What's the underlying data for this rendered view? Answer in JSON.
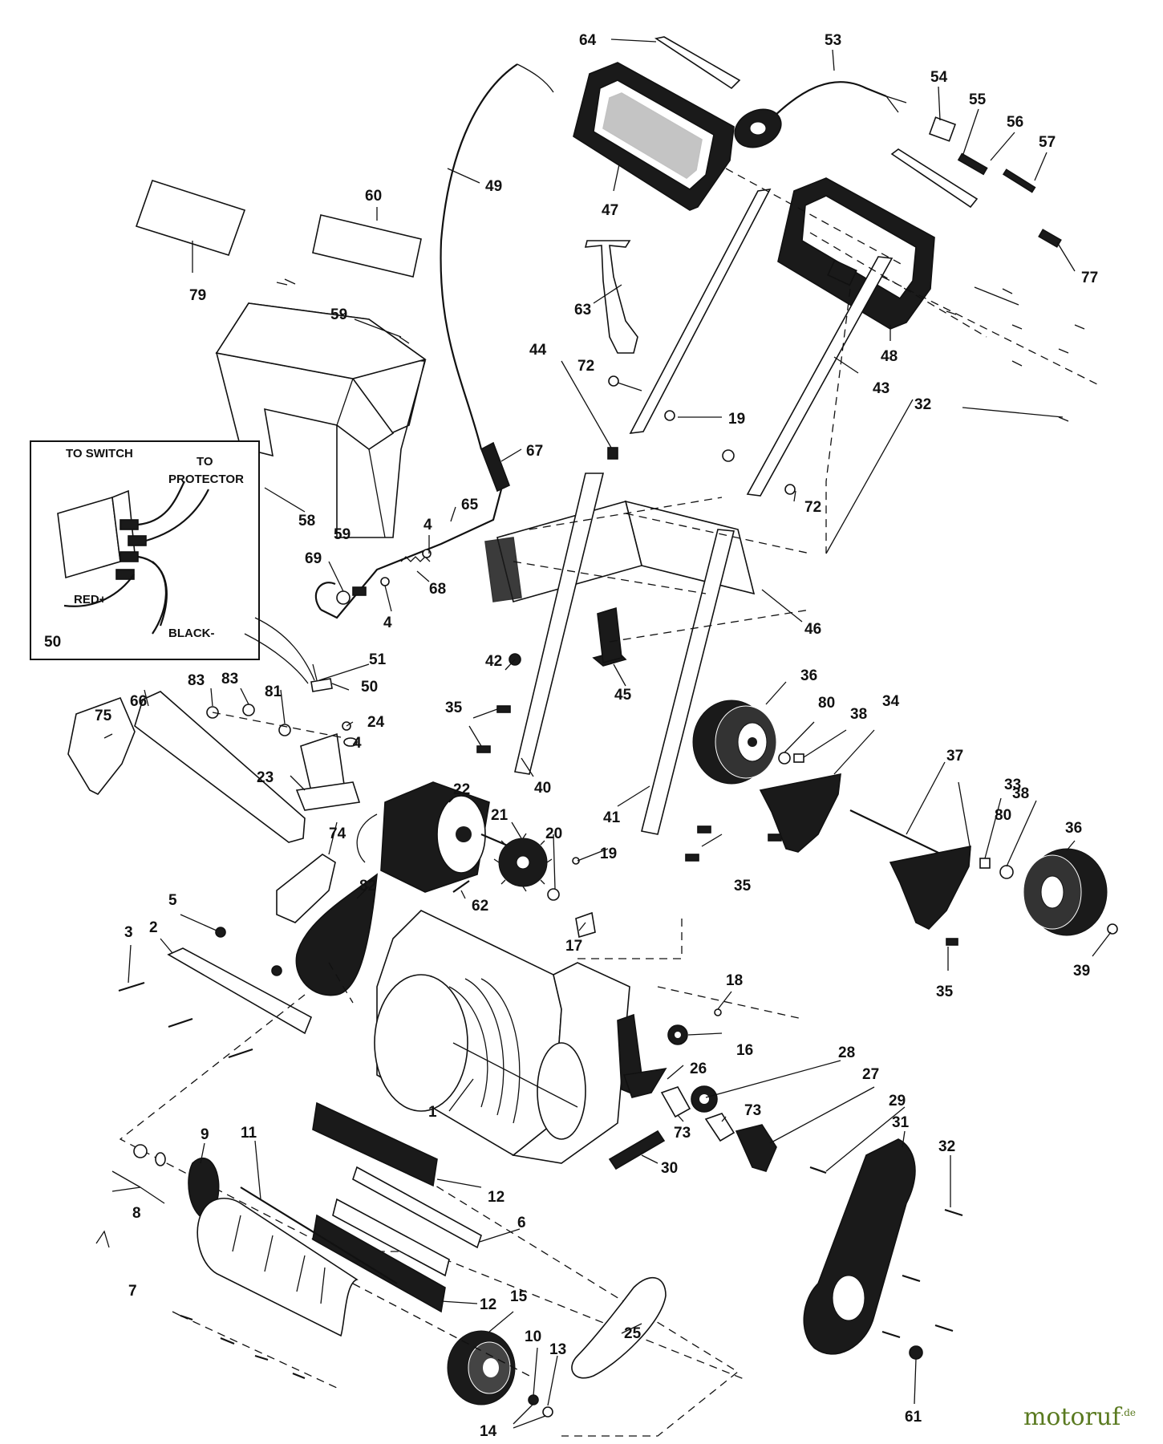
{
  "diagram": {
    "inset": {
      "labels": {
        "to_switch": "TO SWITCH",
        "to": "TO",
        "protector": "PROTECTOR",
        "red": "RED+",
        "black": "BLACK-",
        "number": "50"
      }
    },
    "parts": [
      {
        "num": "64"
      },
      {
        "num": "53"
      },
      {
        "num": "54"
      },
      {
        "num": "55"
      },
      {
        "num": "56"
      },
      {
        "num": "57"
      },
      {
        "num": "49"
      },
      {
        "num": "60"
      },
      {
        "num": "47"
      },
      {
        "num": "77"
      },
      {
        "num": "79"
      },
      {
        "num": "59"
      },
      {
        "num": "63"
      },
      {
        "num": "48"
      },
      {
        "num": "44"
      },
      {
        "num": "72"
      },
      {
        "num": "43"
      },
      {
        "num": "32"
      },
      {
        "num": "19"
      },
      {
        "num": "67"
      },
      {
        "num": "72"
      },
      {
        "num": "58"
      },
      {
        "num": "65"
      },
      {
        "num": "59"
      },
      {
        "num": "4"
      },
      {
        "num": "69"
      },
      {
        "num": "68"
      },
      {
        "num": "4"
      },
      {
        "num": "46"
      },
      {
        "num": "45"
      },
      {
        "num": "51"
      },
      {
        "num": "50"
      },
      {
        "num": "42"
      },
      {
        "num": "36"
      },
      {
        "num": "75"
      },
      {
        "num": "66"
      },
      {
        "num": "83"
      },
      {
        "num": "83"
      },
      {
        "num": "81"
      },
      {
        "num": "24"
      },
      {
        "num": "4"
      },
      {
        "num": "35"
      },
      {
        "num": "80"
      },
      {
        "num": "38"
      },
      {
        "num": "34"
      },
      {
        "num": "37"
      },
      {
        "num": "23"
      },
      {
        "num": "40"
      },
      {
        "num": "22"
      },
      {
        "num": "21"
      },
      {
        "num": "20"
      },
      {
        "num": "41"
      },
      {
        "num": "33"
      },
      {
        "num": "38"
      },
      {
        "num": "80"
      },
      {
        "num": "36"
      },
      {
        "num": "74"
      },
      {
        "num": "19"
      },
      {
        "num": "35"
      },
      {
        "num": "82"
      },
      {
        "num": "5"
      },
      {
        "num": "62"
      },
      {
        "num": "17"
      },
      {
        "num": "3"
      },
      {
        "num": "2"
      },
      {
        "num": "35"
      },
      {
        "num": "39"
      },
      {
        "num": "18"
      },
      {
        "num": "16"
      },
      {
        "num": "28"
      },
      {
        "num": "27"
      },
      {
        "num": "26"
      },
      {
        "num": "73"
      },
      {
        "num": "73"
      },
      {
        "num": "1"
      },
      {
        "num": "29"
      },
      {
        "num": "31"
      },
      {
        "num": "32"
      },
      {
        "num": "30"
      },
      {
        "num": "9"
      },
      {
        "num": "11"
      },
      {
        "num": "12"
      },
      {
        "num": "8"
      },
      {
        "num": "6"
      },
      {
        "num": "7"
      },
      {
        "num": "12"
      },
      {
        "num": "15"
      },
      {
        "num": "25"
      },
      {
        "num": "10"
      },
      {
        "num": "13"
      },
      {
        "num": "61"
      },
      {
        "num": "14"
      }
    ]
  },
  "watermark": {
    "text": "motoruf",
    "suffix": ".de"
  }
}
